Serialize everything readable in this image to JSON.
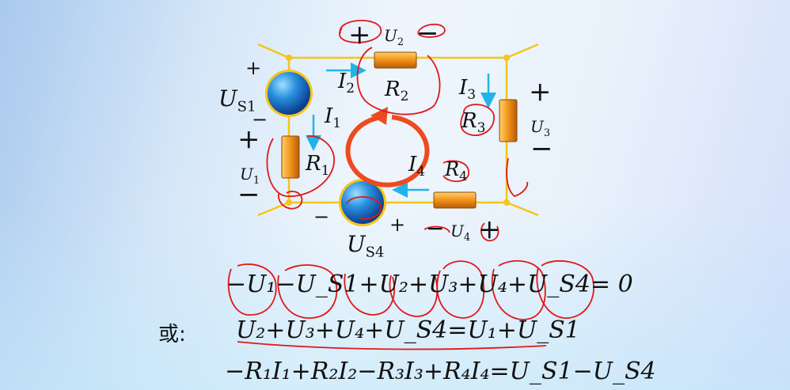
{
  "circuit": {
    "labels": {
      "us1": "U",
      "us1_sub": "S1",
      "i1": "I",
      "i1_sub": "1",
      "i2": "I",
      "i2_sub": "2",
      "i3": "I",
      "i3_sub": "3",
      "i4": "I",
      "i4_sub": "4",
      "r1": "R",
      "r1_sub": "1",
      "r2": "R",
      "r2_sub": "2",
      "r3": "R",
      "r3_sub": "3",
      "r4": "R",
      "r4_sub": "4",
      "u1": "U",
      "u1_sub": "1",
      "u2": "U",
      "u2_sub": "2",
      "u3": "U",
      "u3_sub": "3",
      "u4": "U",
      "u4_sub": "4",
      "us4": "U",
      "us4_sub": "S4",
      "plus": "+",
      "minus": "−"
    },
    "colors": {
      "wire": "#f5c518",
      "current_arrow": "#21b4e8",
      "resistor": "#f09a18",
      "source": "#1876d6",
      "annotation": "#e01818",
      "loop_arrow": "#ee4a20"
    }
  },
  "equations": {
    "eq1": "−U₁−U_S1+U₂+U₃+U₄+U_S4= 0",
    "prefix": "或:",
    "eq2": "U₂+U₃+U₄+U_S4=U₁+U_S1",
    "eq3": "−R₁I₁+R₂I₂−R₃I₃+R₄I₄=U_S1−U_S4"
  }
}
